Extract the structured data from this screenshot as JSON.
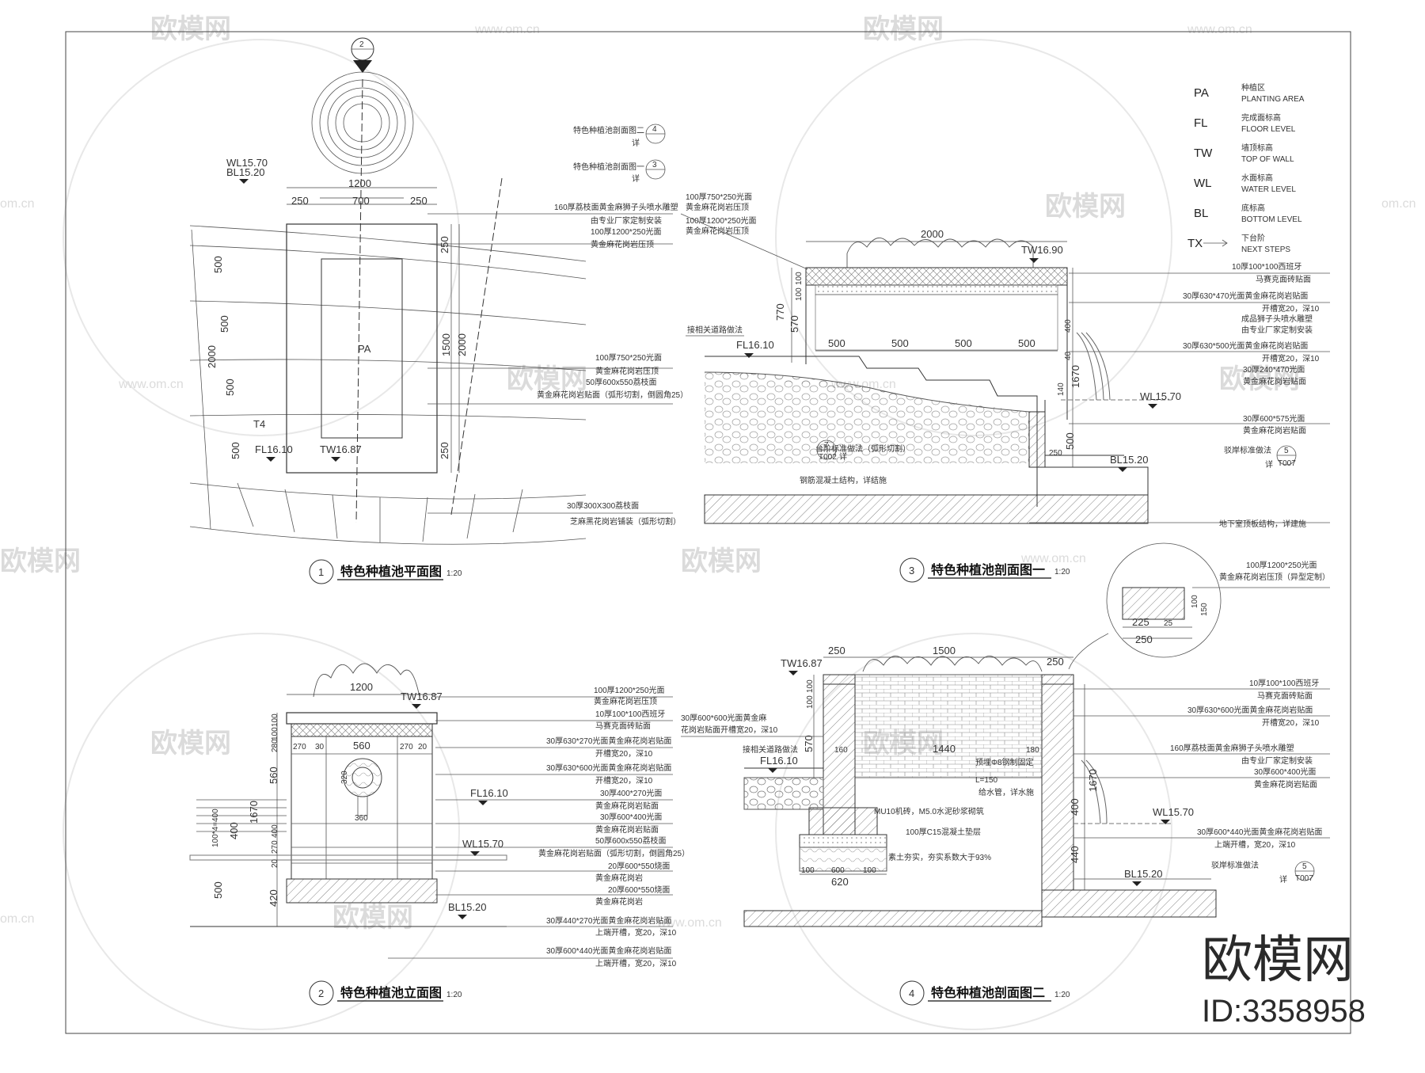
{
  "watermark": {
    "brand": "欧模网",
    "url": "www.om.cn",
    "url_short": "om.cn",
    "id": "ID:3358958"
  },
  "legend": [
    {
      "code": "PA",
      "cn": "种植区",
      "en": "PLANTING AREA"
    },
    {
      "code": "FL",
      "cn": "完成面标高",
      "en": "FLOOR LEVEL"
    },
    {
      "code": "TW",
      "cn": "墙顶标高",
      "en": "TOP OF WALL"
    },
    {
      "code": "WL",
      "cn": "水面标高",
      "en": "WATER LEVEL"
    },
    {
      "code": "BL",
      "cn": "底标高",
      "en": "BOTTOM LEVEL"
    },
    {
      "code": "TX",
      "cn": "下台阶",
      "en": "NEXT STEPS"
    }
  ],
  "views": {
    "plan": {
      "num": "1",
      "title": "特色种植池平面图",
      "scale": "1:20",
      "levels": [
        "WL15.70",
        "BL15.20",
        "FL16.10",
        "TW16.87",
        "T4",
        "PA"
      ],
      "dims": [
        "1200",
        "700",
        "250",
        "250",
        "500",
        "500",
        "2000",
        "500",
        "500",
        "250",
        "1500",
        "2000",
        "250"
      ],
      "refs": [
        {
          "label": "特色种植池剖面图二",
          "num": "4",
          "sub": "详"
        },
        {
          "label": "特色种植池剖面图一",
          "num": "3",
          "sub": "详"
        }
      ],
      "notes": [
        "160厚荔枝面黄金麻狮子头喷水雕塑",
        "由专业厂家定制安装",
        "100厚1200*250光面",
        "黄金麻花岗岩压顶",
        "100厚750*250光面",
        "黄金麻花岗岩压顶",
        "50厚600x550荔枝面",
        "黄金麻花岗岩贴面（弧形切割，倒圆角25）",
        "30厚300X300荔枝面",
        "芝麻黑花岗岩铺装（弧形切割）"
      ]
    },
    "elevation": {
      "num": "2",
      "title": "特色种植池立面图",
      "scale": "1:20",
      "levels": [
        "TW16.87",
        "FL16.10",
        "WL15.70",
        "BL15.20"
      ],
      "dims": [
        "1200",
        "100",
        "100",
        "280",
        "560",
        "270",
        "560",
        "270",
        "30",
        "20",
        "320",
        "360",
        "1670",
        "400",
        "270",
        "20",
        "420",
        "400",
        "500",
        "100*4=400"
      ],
      "notes": [
        "100厚1200*250光面",
        "黄金麻花岗岩压顶",
        "10厚100*100西班牙",
        "马赛克面砖贴面",
        "30厚630*270光面黄金麻花岗岩贴面",
        "开槽宽20，深10",
        "30厚630*600光面黄金麻花岗岩贴面",
        "开槽宽20，深10",
        "30厚400*270光面",
        "黄金麻花岗岩贴面",
        "30厚600*400光面",
        "黄金麻花岗岩贴面",
        "50厚600x550荔枝面",
        "黄金麻花岗岩贴面（弧形切割，倒圆角25）",
        "20厚600*550烧面",
        "黄金麻花岗岩",
        "20厚600*550烧面",
        "黄金麻花岗岩",
        "30厚440*270光面黄金麻花岗岩贴面",
        "上端开槽，宽20，深10",
        "30厚600*440光面黄金麻花岗岩贴面",
        "上端开槽，宽20，深10"
      ]
    },
    "section1": {
      "num": "3",
      "title": "特色种植池剖面图一",
      "scale": "1:20",
      "levels": [
        "TW16.90",
        "FL16.10",
        "WL15.70",
        "BL15.20"
      ],
      "dims": [
        "2000",
        "500",
        "500",
        "500",
        "500",
        "100",
        "100",
        "770",
        "570",
        "1670",
        "400",
        "140",
        "500",
        "40",
        "250"
      ],
      "notes_left": [
        "100厚750*250光面",
        "黄金麻花岗岩压顶",
        "100厚1200*250光面",
        "黄金麻花岗岩压顶",
        "接相关道路做法",
        "台阶标准做法（弧形切割）",
        "钢筋混凝土结构，详结施"
      ],
      "ref_left": {
        "num": "7",
        "sub": "T002",
        "suffix": "详"
      },
      "notes_right": [
        "10厚100*100西班牙",
        "马赛克面砖贴面",
        "30厚630*470光面黄金麻花岗岩贴面",
        "开槽宽20，深10",
        "成品狮子头喷水雕塑",
        "由专业厂家定制安装",
        "30厚630*500光面黄金麻花岗岩贴面",
        "开槽宽20，深10",
        "30厚240*470光面",
        "黄金麻花岗岩贴面",
        "30厚600*575光面",
        "黄金麻花岗岩贴面",
        "驳岸标准做法",
        "地下室顶板结构，详建施"
      ],
      "ref_right": {
        "num": "5",
        "sub": "T007",
        "suffix": "详"
      }
    },
    "section2": {
      "num": "4",
      "title": "特色种植池剖面图二",
      "scale": "1:20",
      "levels": [
        "TW16.87",
        "FL16.10",
        "WL15.70",
        "BL15.20"
      ],
      "dims": [
        "250",
        "1500",
        "250",
        "100",
        "100",
        "570",
        "1440",
        "160",
        "180",
        "1670",
        "400",
        "440",
        "100",
        "600",
        "100",
        "620",
        "225",
        "25",
        "250",
        "100",
        "150"
      ],
      "detail_note": [
        "100厚1200*250光面",
        "黄金麻花岗岩压顶（异型定制）"
      ],
      "notes_left": [
        "30厚600*600光面黄金麻",
        "花岗岩贴面开槽宽20，深10",
        "接相关道路做法",
        "MU10机砖，M5.0水泥砂浆砌筑",
        "100厚C15混凝土垫层",
        "素土夯实，夯实系数大于93%",
        "预埋Φ8钢制固定",
        "L=150",
        "给水管，详水施"
      ],
      "notes_right": [
        "10厚100*100西班牙",
        "马赛克面砖贴面",
        "30厚630*600光面黄金麻花岗岩贴面",
        "开槽宽20，深10",
        "160厚荔枝面黄金麻狮子头喷水雕塑",
        "由专业厂家定制安装",
        "30厚600*400光面",
        "黄金麻花岗岩贴面",
        "30厚600*440光面黄金麻花岗岩贴面",
        "上端开槽，宽20，深10",
        "驳岸标准做法"
      ],
      "ref_right": {
        "num": "5",
        "sub": "T007",
        "suffix": "详"
      }
    }
  }
}
